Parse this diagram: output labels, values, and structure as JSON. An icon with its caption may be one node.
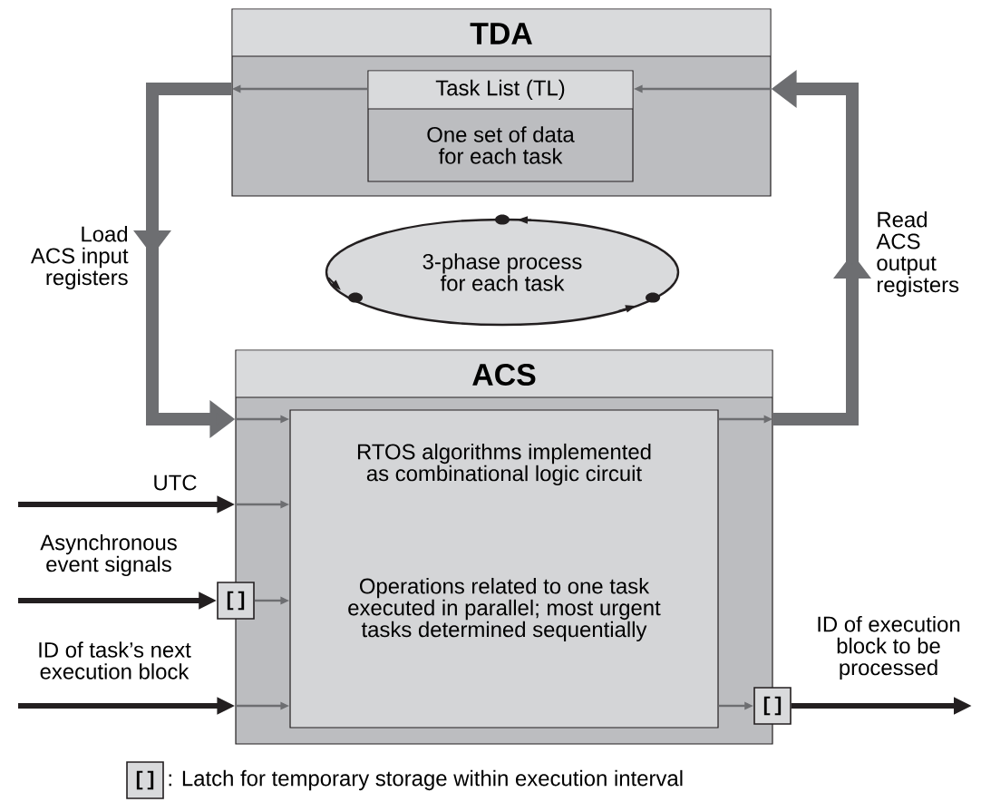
{
  "diagram": {
    "nodes": [
      {
        "text": [
          "TDA"
        ]
      },
      {
        "text": [
          "Task List (TL)",
          "One set of data for each task"
        ],
        "in": 0
      },
      {
        "text": [
          "3-phase process for each task"
        ]
      },
      {
        "text": [
          "ACS"
        ]
      },
      {
        "text": [
          "RTOS algorithms implemented as combinational logic circuit",
          "Operations related to one task executed in parallel; most urgent tasks determined sequentially"
        ],
        "in": 3
      },
      {
        "text": [
          "[]"
        ]
      },
      {
        "text": [
          "[]"
        ]
      },
      {
        "text": [
          "[]"
        ],
        "beside": [
          ": Latch for temporary storage within execution interval"
        ]
      }
    ],
    "edges": [
      {
        "from": 0,
        "to": 3,
        "arrow": "to",
        "style": "thick",
        "label": "Load ACS input registers"
      },
      {
        "from": 3,
        "to": 0,
        "arrow": "to",
        "style": "thick",
        "label": "Read ACS output registers"
      },
      {
        "from": 1,
        "to": 0,
        "arrow": "to"
      },
      {
        "from": 0,
        "to": 1,
        "arrow": "to"
      },
      {
        "from": 3,
        "to": 4,
        "arrow": "to"
      },
      {
        "from": 3,
        "to": 4,
        "arrow": "to"
      },
      {
        "from": 5,
        "to": 4,
        "arrow": "to"
      },
      {
        "from": 3,
        "to": 4,
        "arrow": "to"
      },
      {
        "from": 4,
        "to": 3,
        "arrow": "to"
      },
      {
        "from": 4,
        "to": 6,
        "arrow": "to"
      },
      {
        "from": null,
        "to": 3,
        "arrow": "to",
        "style": "thick",
        "color": "#231f20",
        "label": "UTC"
      },
      {
        "from": null,
        "to": 5,
        "arrow": "to",
        "style": "thick",
        "color": "#231f20",
        "label": "Asynchronous event signals"
      },
      {
        "from": null,
        "to": 3,
        "arrow": "to",
        "style": "thick",
        "color": "#231f20",
        "label": "ID of task’s next execution block"
      },
      {
        "from": 6,
        "to": null,
        "arrow": "to",
        "style": "thick",
        "color": "#231f20",
        "label": "ID of execution block to be processed"
      }
    ]
  }
}
